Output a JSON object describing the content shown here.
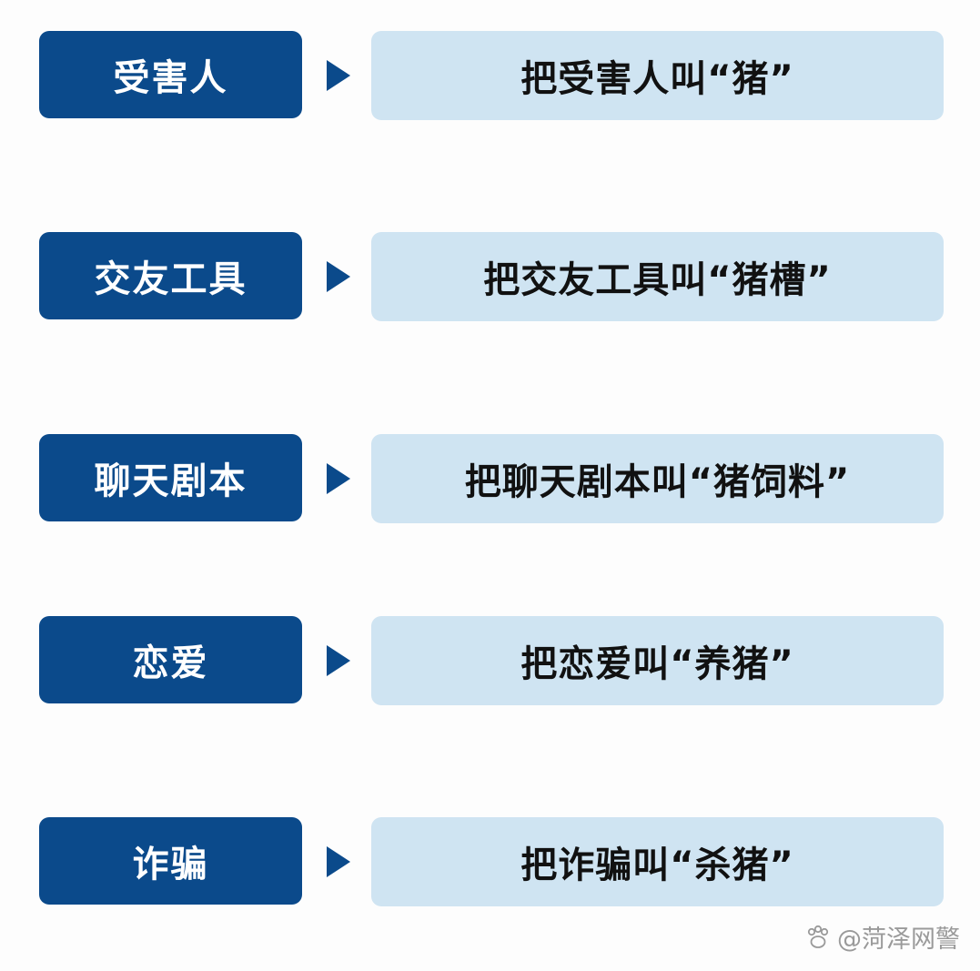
{
  "rows": [
    {
      "term": "受害人",
      "meaning": "把受害人叫“猪”"
    },
    {
      "term": "交友工具",
      "meaning": "把交友工具叫“猪槽”"
    },
    {
      "term": "聊天剧本",
      "meaning": "把聊天剧本叫“猪饲料”"
    },
    {
      "term": "恋爱",
      "meaning": "把恋爱叫“养猪”"
    },
    {
      "term": "诈骗",
      "meaning": "把诈骗叫“杀猪”"
    }
  ],
  "watermark": {
    "text": "@菏泽网警",
    "icon": "paw-icon"
  },
  "colors": {
    "term_bg": "#0b4a8b",
    "meaning_bg": "#cfe4f2",
    "arrow": "#0b4a8b"
  }
}
